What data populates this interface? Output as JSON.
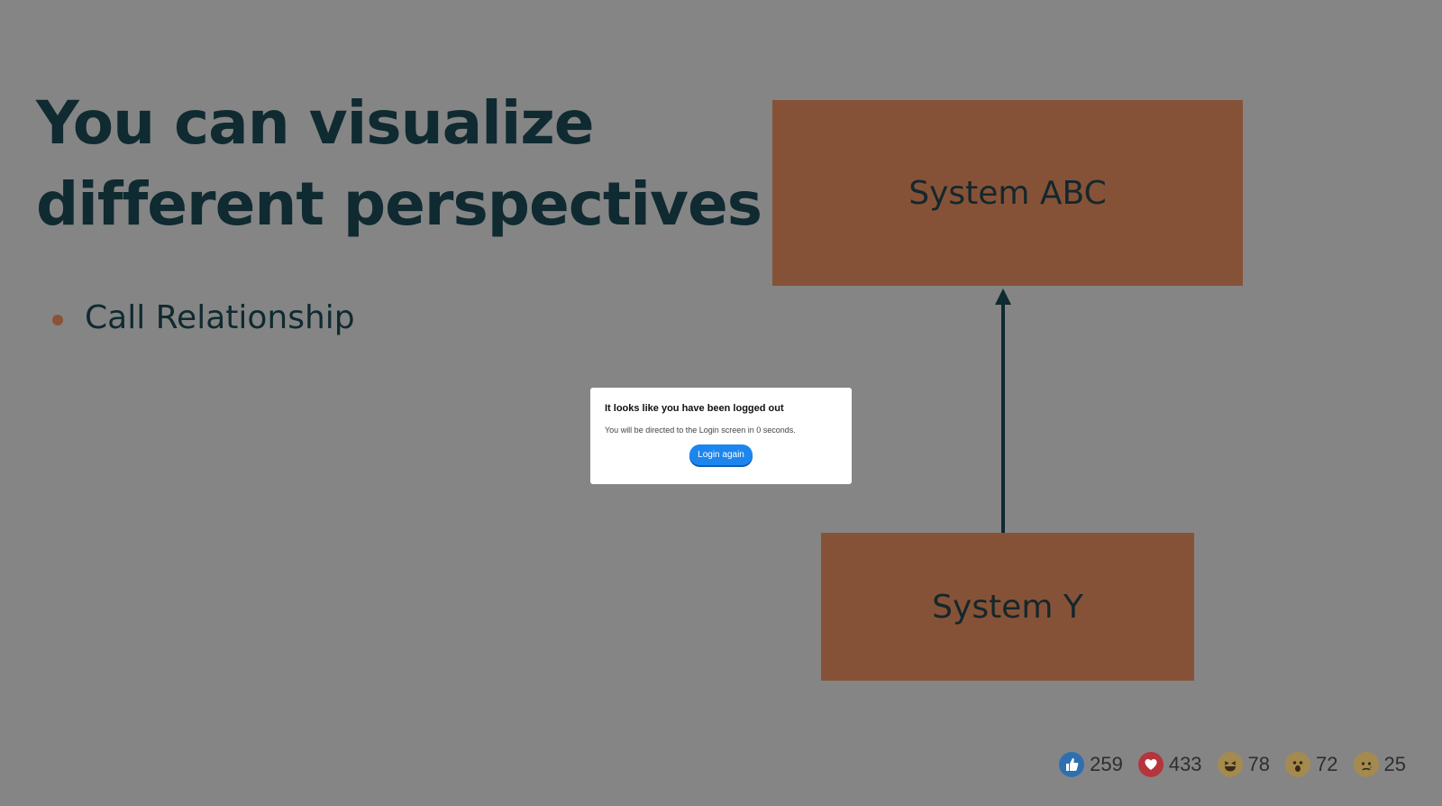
{
  "slide": {
    "title_line1": "You can visualize",
    "title_line2": "different perspectives",
    "bullets": [
      "Call Relationship"
    ]
  },
  "diagram": {
    "top_box": "System ABC",
    "bottom_box": "System Y"
  },
  "dialog": {
    "title": "It looks like you have been logged out",
    "message": "You will be directed to the Login screen in 0 seconds.",
    "button_label": "Login again"
  },
  "reactions": [
    {
      "icon": "thumbs-up-icon",
      "count": "259",
      "color": "#2f6fb0"
    },
    {
      "icon": "heart-icon",
      "count": "433",
      "color": "#b5353d"
    },
    {
      "icon": "laughing-icon",
      "count": "78",
      "color": "#a58a4f"
    },
    {
      "icon": "surprised-icon",
      "count": "72",
      "color": "#a58a4f"
    },
    {
      "icon": "sad-icon",
      "count": "25",
      "color": "#a58a4f"
    }
  ],
  "colors": {
    "overlay_background": "#858585",
    "box_fill": "#865237",
    "title_text": "#0f2a30",
    "button": "#1c86ee"
  }
}
